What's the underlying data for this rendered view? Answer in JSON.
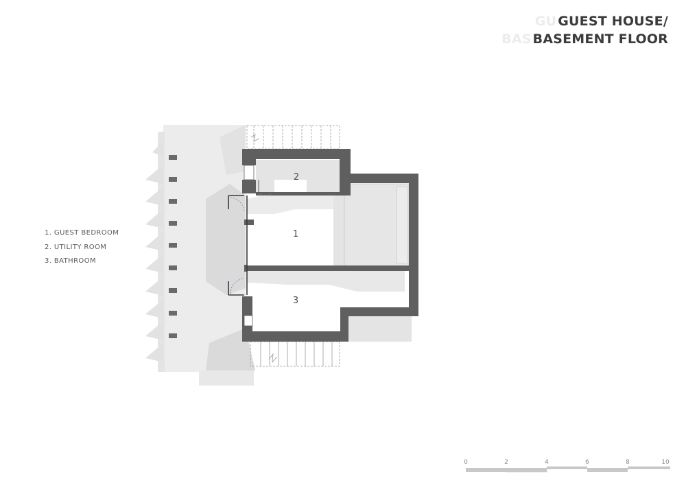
{
  "title": {
    "ghost_line1": "GU",
    "line1": "GUEST HOUSE/",
    "ghost_line2": "BAS",
    "line2": "BASEMENT FLOOR"
  },
  "legend": {
    "items": [
      {
        "label": "1. GUEST BEDROOM"
      },
      {
        "label": "2. UTILITY ROOM"
      },
      {
        "label": "3. BATHROOM"
      }
    ]
  },
  "rooms": [
    {
      "number": "1"
    },
    {
      "number": "2"
    },
    {
      "number": "3"
    }
  ],
  "scale_bar": {
    "ticks": [
      "0",
      "2",
      "4",
      "6",
      "8",
      "10"
    ]
  },
  "colors": {
    "wall": "#5f5f5f",
    "terrain": "#dcdcdc",
    "terrain_light": "#ececec",
    "text": "#3b3b3b"
  }
}
